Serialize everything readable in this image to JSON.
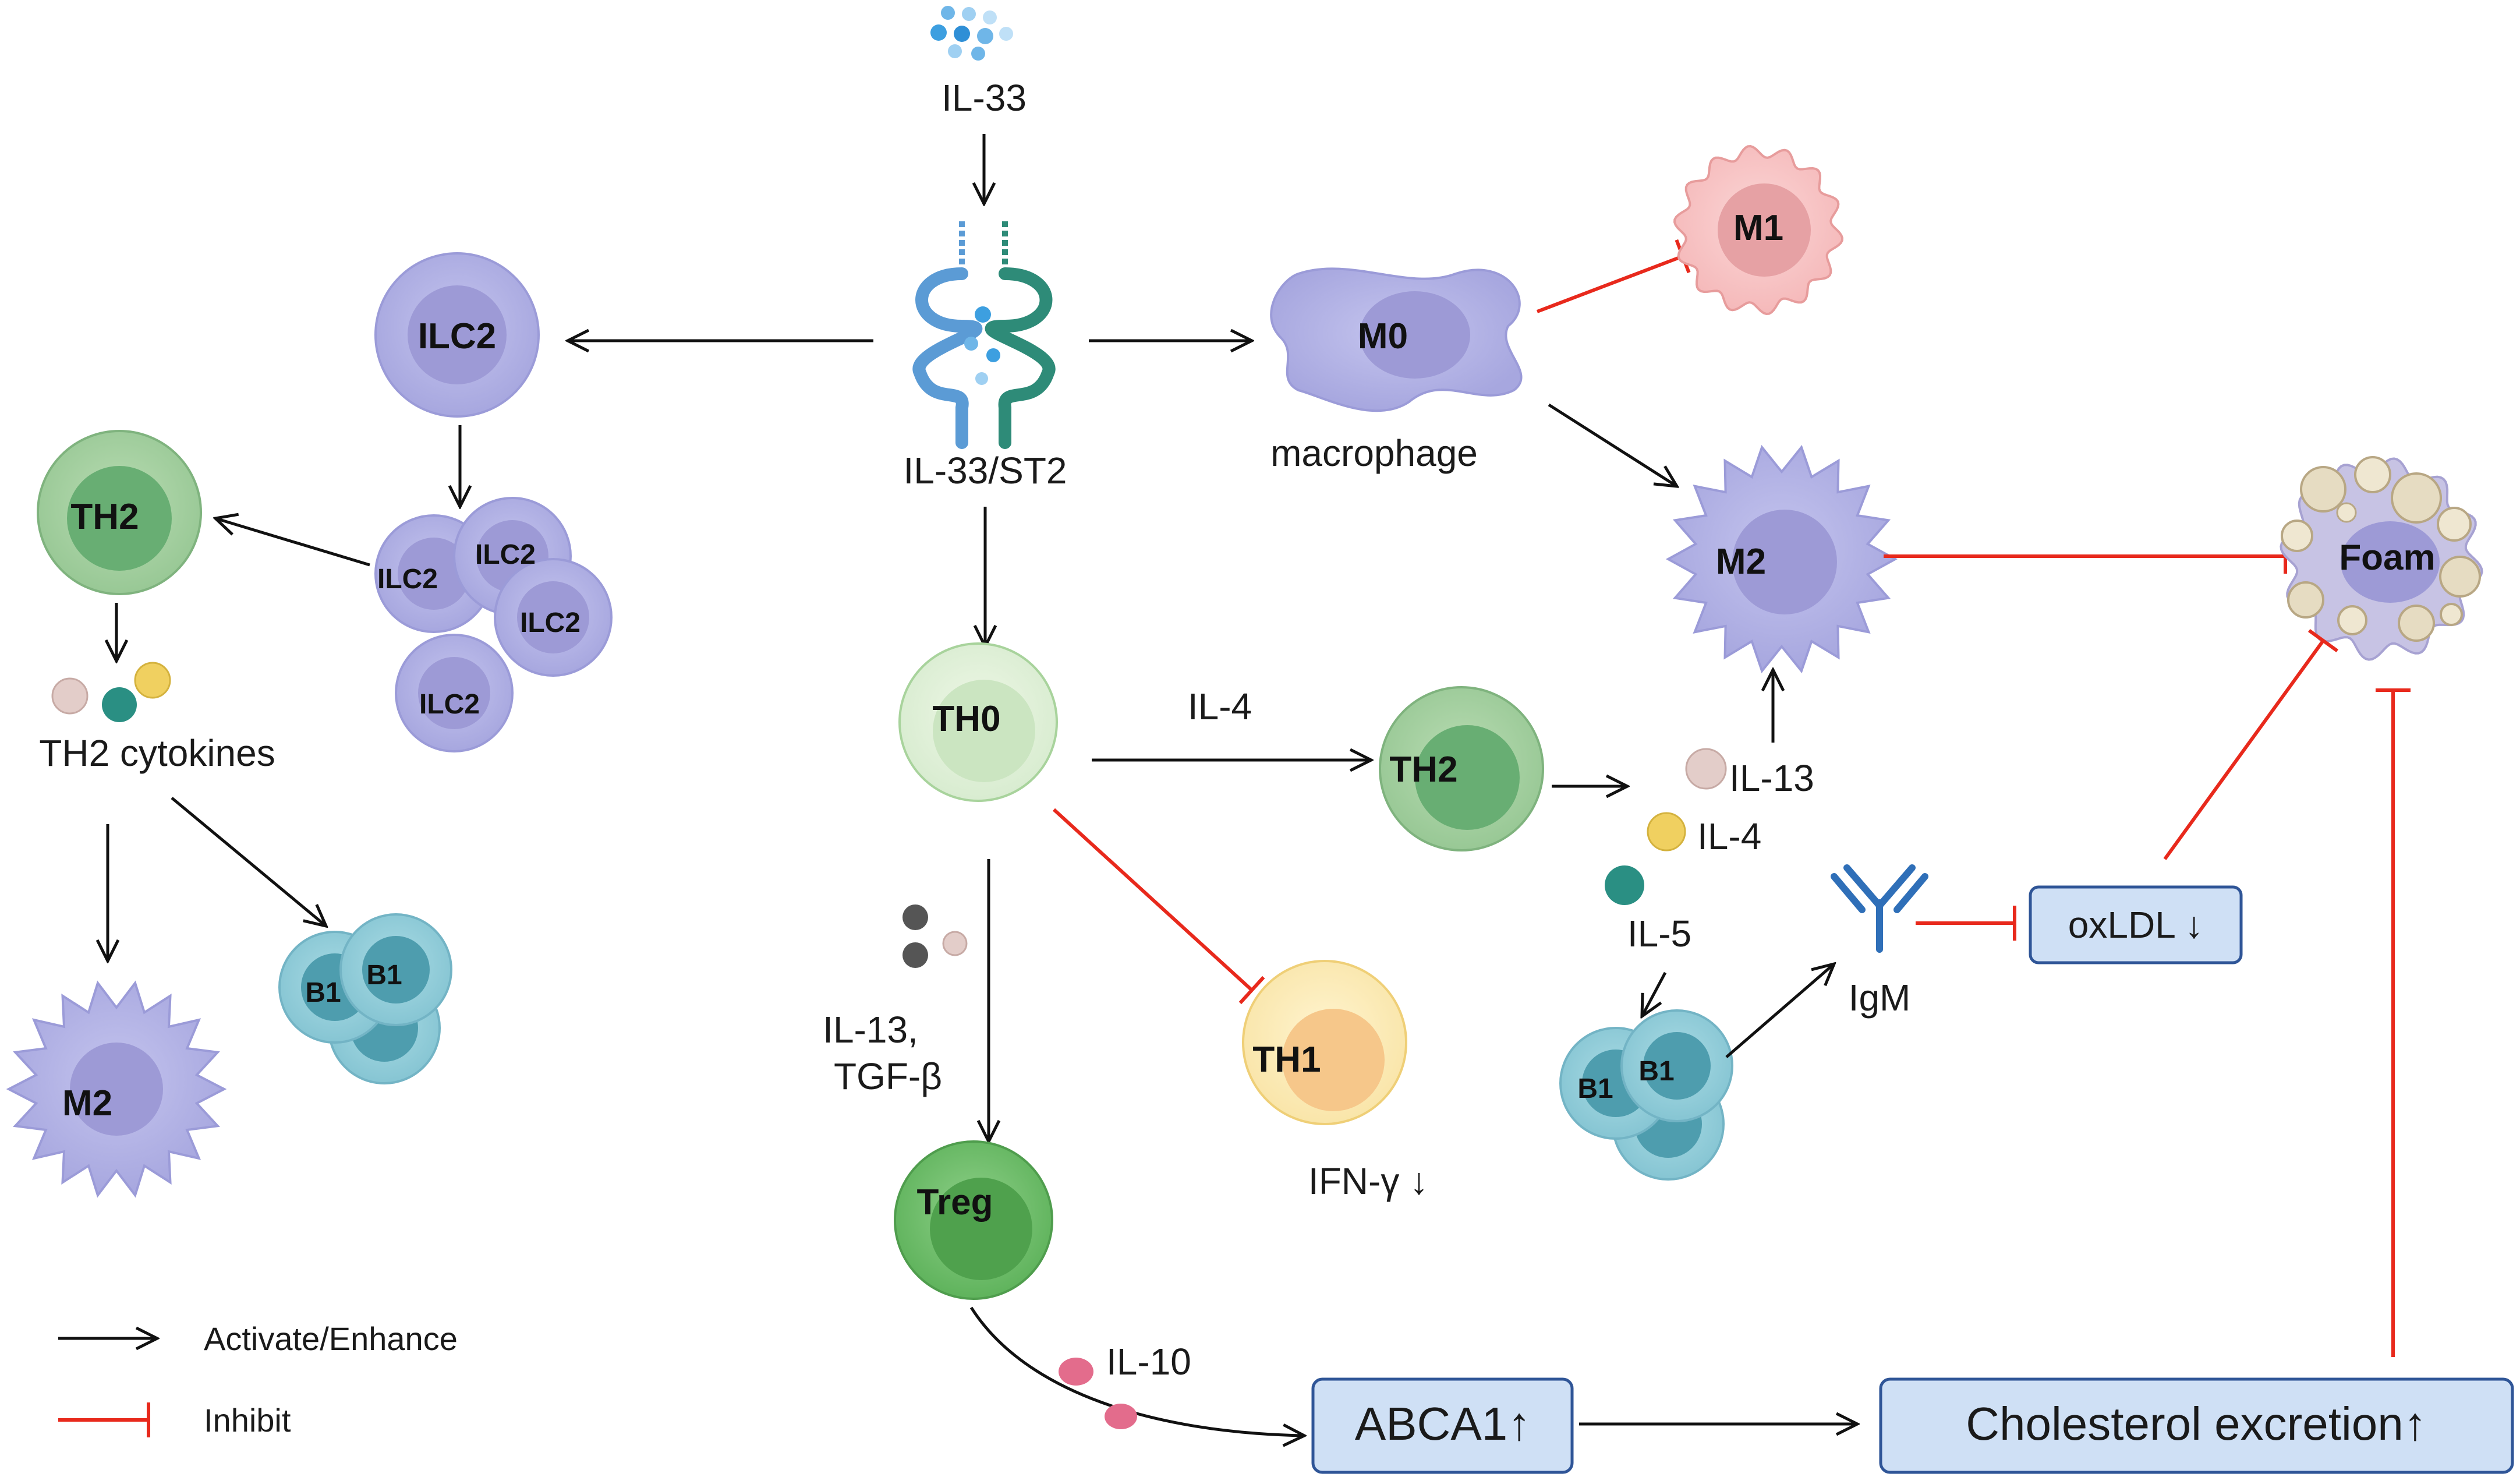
{
  "ligand": {
    "label": "IL-33"
  },
  "receptor": {
    "label": "IL-33/ST2"
  },
  "left_branch": {
    "ilc2_big": "ILC2",
    "ilc2_cluster": [
      "ILC2",
      "ILC2",
      "ILC2",
      "ILC2"
    ],
    "th2": "TH2",
    "cytokines_label": "TH2 cytokines",
    "m2": "M2",
    "b1": [
      "B1",
      "B1"
    ]
  },
  "macrophage_branch": {
    "m0": "M0",
    "macrophage_label": "macrophage",
    "m1": "M1",
    "m2": "M2",
    "foam": "Foam"
  },
  "t_cell_branch": {
    "th0": "TH0",
    "il4_label": "IL-4",
    "th2": "TH2",
    "il13_label": "IL-13",
    "il4b_label": "IL-4",
    "il5_label": "IL-5",
    "b1": [
      "B1",
      "B1"
    ],
    "igm_label": "IgM",
    "oxldl": "oxLDL ↓",
    "il13_tgf_label_1": "IL-13,",
    "il13_tgf_label_2": "TGF-β",
    "th1": "TH1",
    "ifn_label": "IFN-γ ↓",
    "treg": "Treg",
    "il10_label": "IL-10",
    "abca1": "ABCA1↑",
    "cholesterol": "Cholesterol excretion↑"
  },
  "legend": {
    "activate": "Activate/Enhance",
    "inhibit": "Inhibit"
  },
  "colors": {
    "activate": "#111111",
    "inhibit": "#e8291c",
    "box_fill": "#cfe0f5",
    "box_stroke": "#2f5597"
  }
}
